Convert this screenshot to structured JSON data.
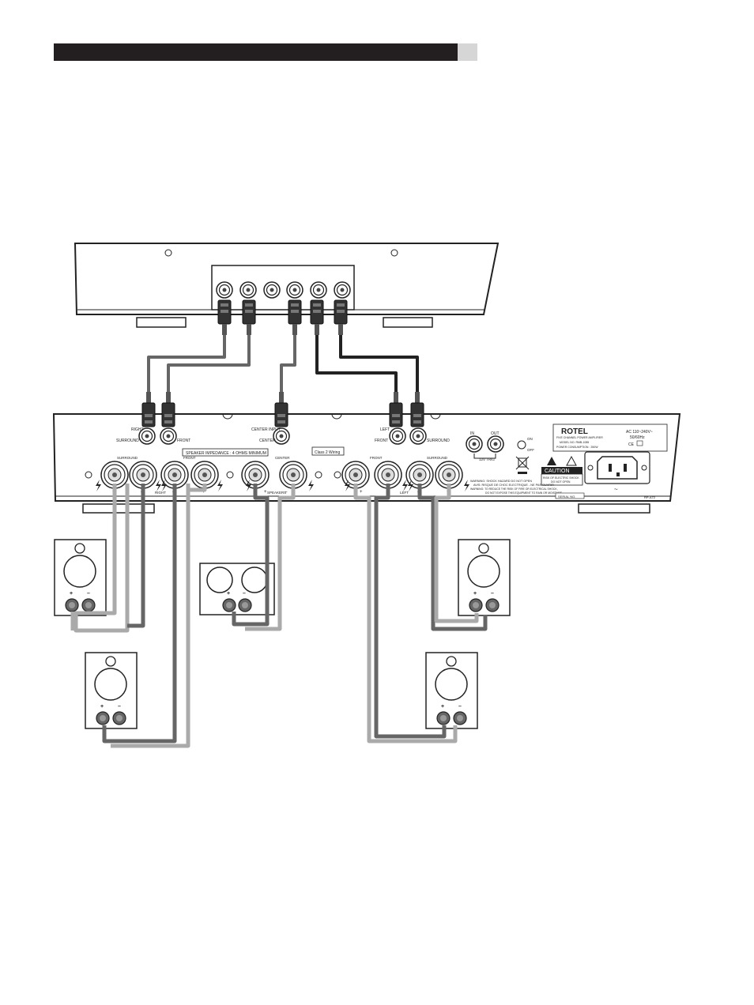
{
  "amp": {
    "brand": "ROTEL",
    "product_line1": "FIVE CHANNEL POWER AMPLIFIER",
    "model": "MODEL NO. RMB-1085",
    "power_consumption": "POWER CONSUMPTION : 250W",
    "ac_rating": "AC 110~240V~",
    "ac_freq": "50/60Hz",
    "ce": "CE",
    "input_right": "RIGHT",
    "input_center": "CENTER INPUT",
    "input_left": "LEFT",
    "input_surround_r": "SURROUND",
    "input_front_r": "FRONT",
    "input_center_small": "CENTER",
    "input_front_l": "FRONT",
    "input_surround_l": "SURROUND",
    "trig_in": "IN",
    "trig_out": "OUT",
    "trig_label": "12V TRIG",
    "switch_on": "ON",
    "switch_off": "OFF",
    "speaker_impedance": "SPEAKER IMPEDANCE : 4 OHMS MINIMUM",
    "class2": "Class 2 Wiring",
    "grp_surround_r": "SURROUND",
    "grp_front_r": "FRONT",
    "grp_center": "CENTER",
    "grp_front_l": "FRONT",
    "grp_surround_l": "SURROUND",
    "lbl_right": "RIGHT",
    "lbl_speakers": "SPEAKERS",
    "lbl_left": "LEFT",
    "caution": "CAUTION",
    "caution_sub1": "RISK OF ELECTRIC SHOCK",
    "caution_sub2": "DO NOT OPEN",
    "warning1": "WARNING: SHOCK HAZARD DO NOT OPEN",
    "warning2": "AVIS: RISQUE DE CHOC ELECTRIQUE - NE PAS OUVRIR",
    "warning3": "WARNING: TO REDUCE THE RISK OF FIRE OR ELECTRICAL SHOCK,",
    "warning4": "DO NOT EXPOSE THIS EQUIPMENT TO RAIN OR MOISTURE.",
    "serial": "SERIAL NO.",
    "code": "RP-A72",
    "plus": "+",
    "minus": "–"
  }
}
